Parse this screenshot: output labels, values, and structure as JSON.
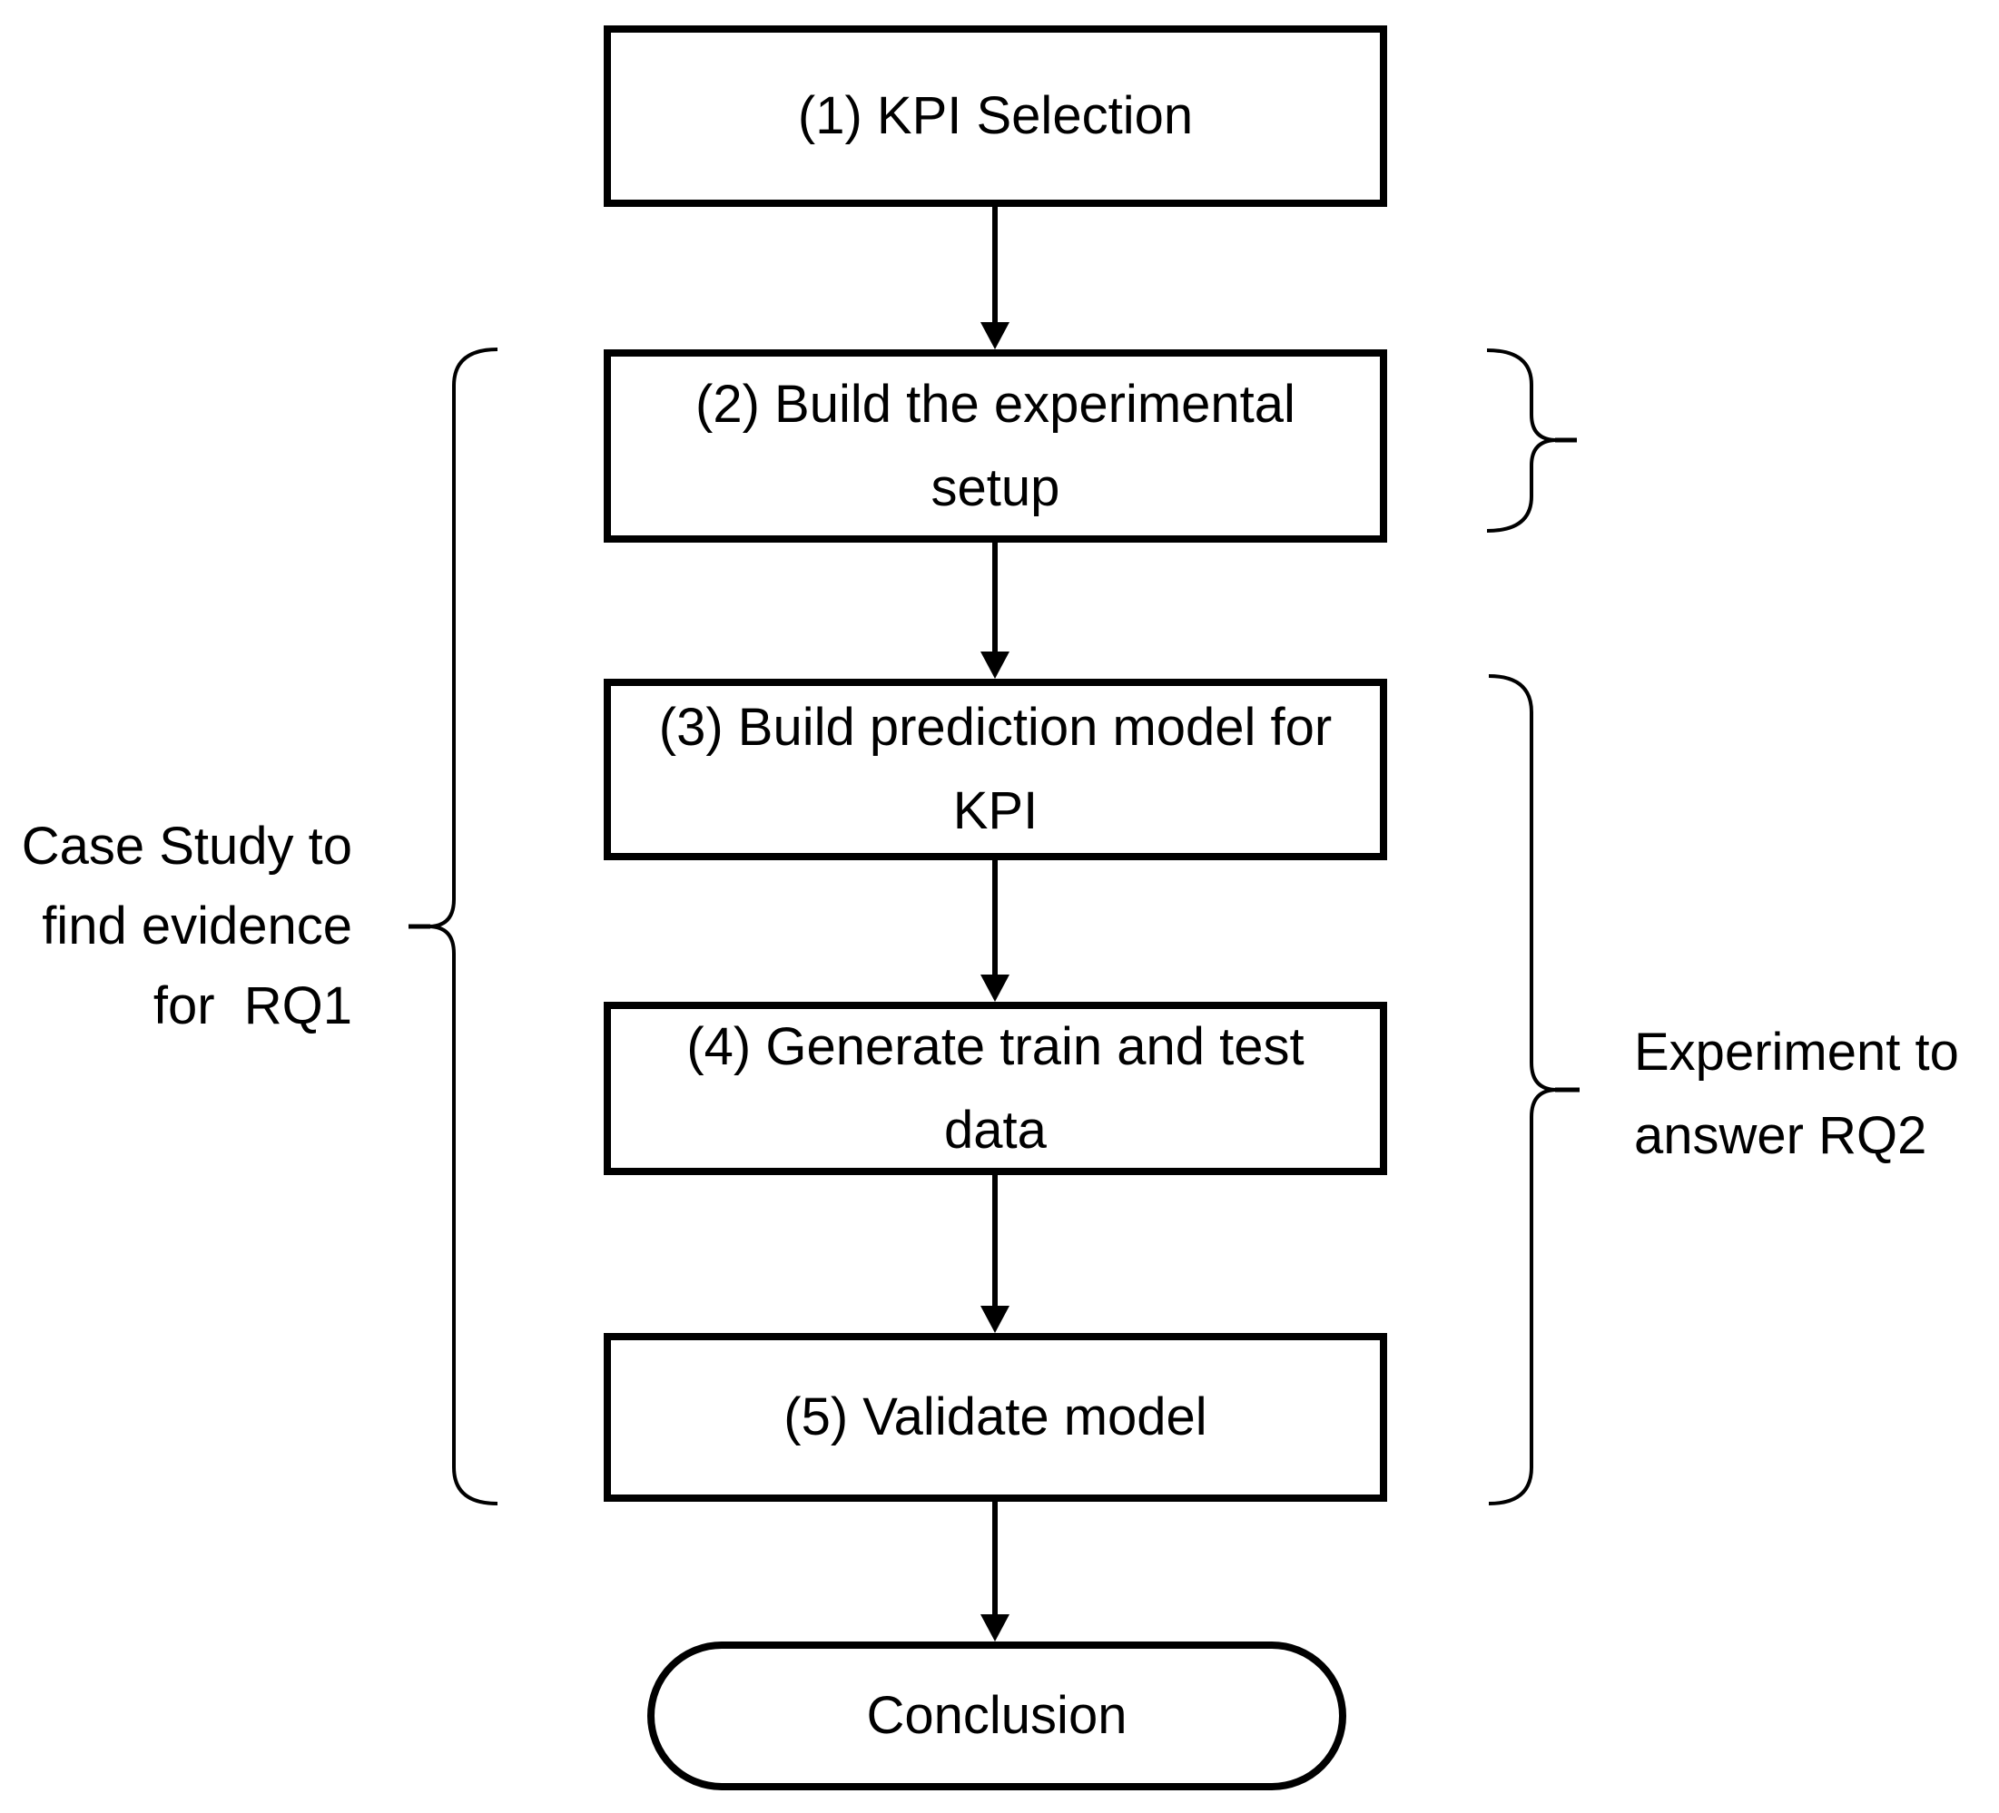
{
  "diagram": {
    "background_color": "#ffffff",
    "stroke_color": "#000000",
    "boxes": [
      {
        "id": "kpi-selection",
        "lines": [
          "(1) KPI Selection"
        ]
      },
      {
        "id": "build-experimental-setup",
        "lines": [
          "(2) Build the experimental",
          "setup"
        ]
      },
      {
        "id": "build-prediction-model",
        "lines": [
          "(3) Build prediction model for",
          "KPI"
        ]
      },
      {
        "id": "generate-train-test-data",
        "lines": [
          "(4) Generate train and test",
          "data"
        ]
      },
      {
        "id": "validate-model",
        "lines": [
          "(5) Validate model"
        ]
      }
    ],
    "terminal": {
      "label": "Conclusion"
    },
    "left_annotation": {
      "lines": [
        "Case Study to",
        "find evidence",
        "for  RQ1"
      ]
    },
    "right_annotation": {
      "lines": [
        "Experiment to",
        "answer RQ2"
      ]
    }
  }
}
